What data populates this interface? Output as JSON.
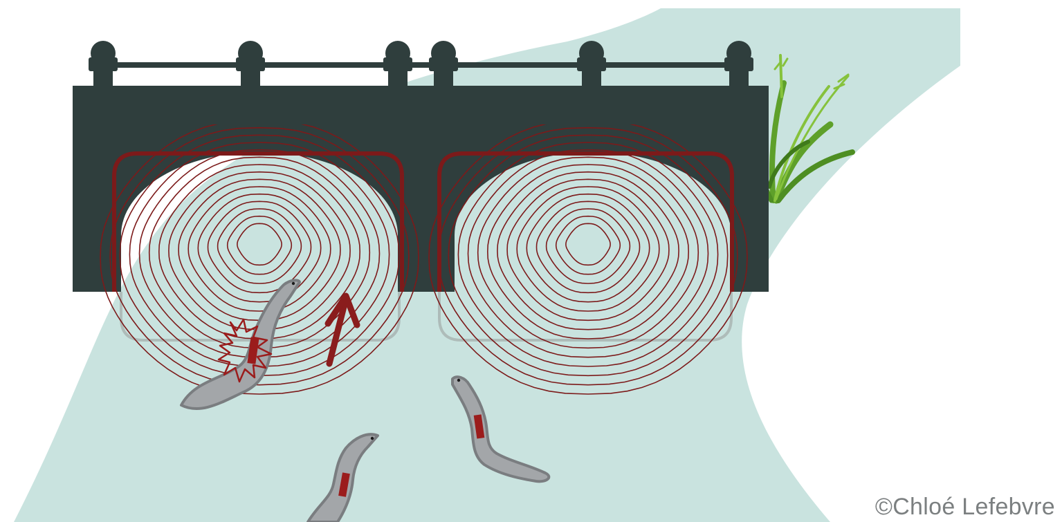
{
  "credit": "©Chloé Lefebvre",
  "colors": {
    "river": "#c9e3df",
    "bridge": "#2f3e3d",
    "field": "#7c1a1a",
    "eel_body": "#a3a6a9",
    "eel_outline": "#7a7d80",
    "tag": "#9b1c1c",
    "grass": "#5ea02a",
    "grass_light": "#86c23c",
    "shadow": "#a9b5b3"
  },
  "icons": [
    "bridge",
    "coil-field",
    "eel",
    "shock-burst",
    "up-arrow",
    "grass"
  ]
}
